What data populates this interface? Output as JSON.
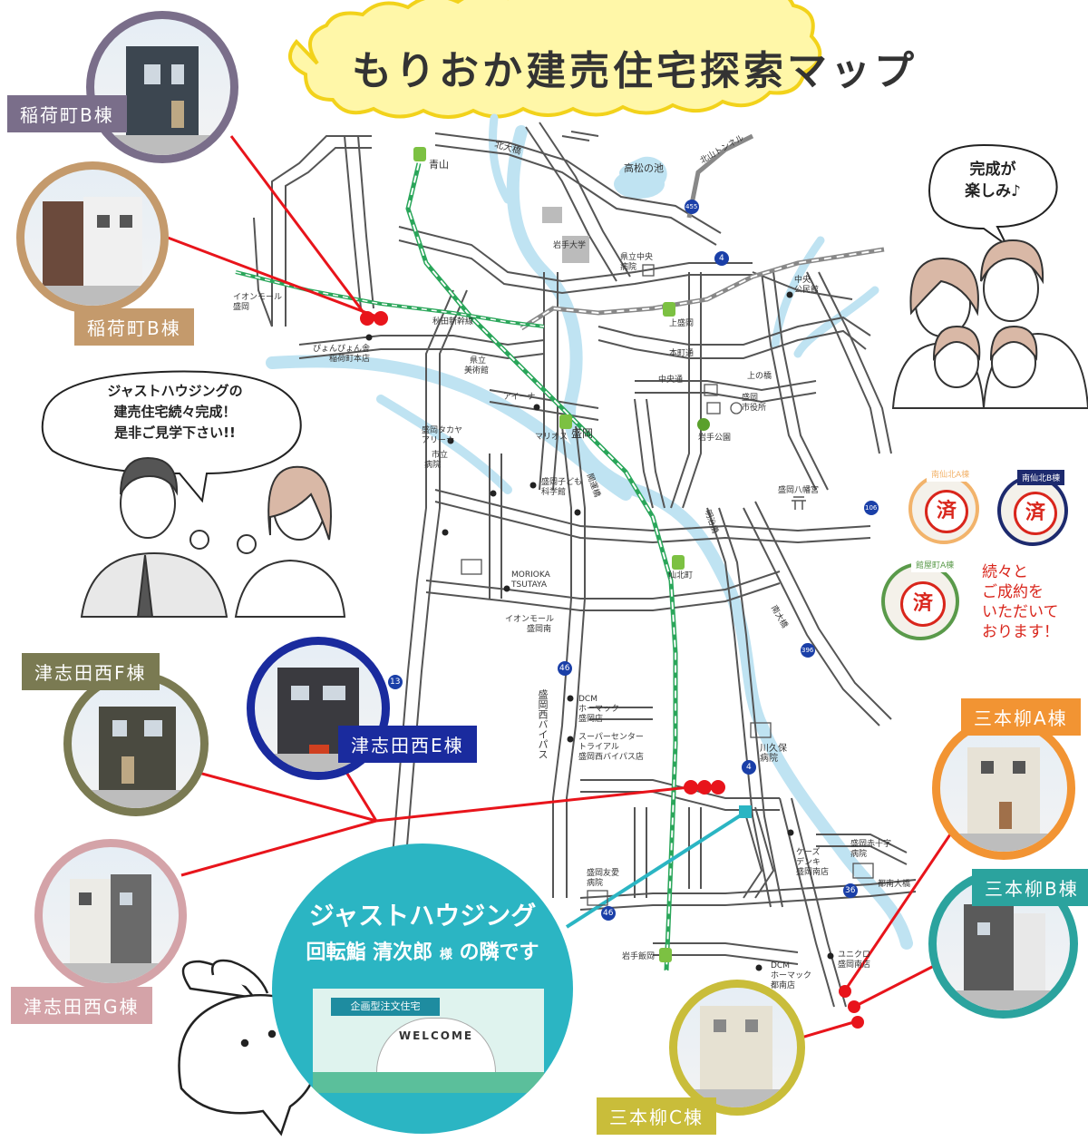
{
  "title": "もりおか建売住宅探索マップ",
  "speech": {
    "family": [
      "完成が",
      "楽しみ♪"
    ],
    "staff": [
      "ジャストハウジングの",
      "建売住宅続々完成！",
      "是非ご見学下さい!!"
    ]
  },
  "sold_note": [
    "続々と",
    "ご成約を",
    "いただいて",
    "おります！"
  ],
  "sold_mark": "済",
  "properties": [
    {
      "label": "稲荷町B棟",
      "ring_color": "#7a6e8a",
      "id": "inari-1"
    },
    {
      "label": "稲荷町B棟",
      "ring_color": "#c49a6c",
      "id": "inari-2"
    },
    {
      "label": "津志田西F棟",
      "ring_color": "#7a7a52",
      "id": "tsushida-f"
    },
    {
      "label": "津志田西E棟",
      "ring_color": "#1a2b9e",
      "id": "tsushida-e"
    },
    {
      "label": "津志田西G棟",
      "ring_color": "#d4a3a8",
      "id": "tsushida-g"
    },
    {
      "label": "三本柳A棟",
      "ring_color": "#f29433",
      "id": "sanbon-a"
    },
    {
      "label": "三本柳B棟",
      "ring_color": "#2ba39e",
      "id": "sanbon-b"
    },
    {
      "label": "三本柳C棟",
      "ring_color": "#c9bd3a",
      "id": "sanbon-c"
    }
  ],
  "sold_properties": [
    {
      "label": "南仙北A棟",
      "ring_color": "#f2b36b"
    },
    {
      "label": "南仙北B棟",
      "ring_color": "#1d2a6e"
    },
    {
      "label": "館屋町A棟",
      "ring_color": "#5a9a4a"
    }
  ],
  "just_housing": {
    "line1": "ジャストハウジング",
    "line2a": "回転鮨 清次郎",
    "line2b": "様",
    "line2c": "の隣です",
    "sign": "企画型注文住宅",
    "welcome": "WELCOME",
    "color": "#2bb5c3"
  },
  "map_labels": {
    "kitaohashi": "北大橋",
    "takamatsu": "高松の池",
    "kitayama_tunnel": "北山トンネル",
    "aoyama": "青山",
    "iwate_univ": "岩手大学",
    "pref_hospital": [
      "県立中央",
      "病院"
    ],
    "chuo_kouminkan": [
      "中央",
      "公民館"
    ],
    "aeon_morioka": [
      "イオンモール",
      "盛岡"
    ],
    "akita_shinkansen": "秋田新幹線",
    "kamimorioka": "上盛岡",
    "honcho_dori": "本町通",
    "pyon": [
      "ぴょんぴょん舎",
      "稲荷町本店"
    ],
    "pref_museum": [
      "県立",
      "美術館"
    ],
    "chuo_dori": "中央通",
    "kaminohashi": "上の橋",
    "city_hall": [
      "盛岡",
      "市役所"
    ],
    "aina": "アイーナ",
    "morioka": "盛岡",
    "marios": "マリオス",
    "iwate_park": "岩手公園",
    "morioka_arena": [
      "盛岡タカヤ",
      "アリーナ"
    ],
    "city_hospital": [
      "市立",
      "病院"
    ],
    "kodomo": [
      "盛岡子ども",
      "科学館"
    ],
    "hachimangu": "盛岡八幡宮",
    "kaiunbashi": "開運橋",
    "meijibashi": "明治橋",
    "tsutaya": [
      "MORIOKA",
      "TSUTAYA"
    ],
    "senbokucho": "仙北町",
    "aeon_minami": [
      "イオンモール",
      "盛岡南"
    ],
    "minamiohashi": "南大橋",
    "morioka_bypass": "盛岡西バイパス",
    "dcm1": [
      "DCM",
      "ホーマック",
      "盛岡店"
    ],
    "supercenter": [
      "スーパーセンター",
      "トライアル",
      "盛岡西バイパス店"
    ],
    "kawakubo": [
      "川久保",
      "病院"
    ],
    "keiz": [
      "ケーズ",
      "デンキ",
      "盛岡南店"
    ],
    "red_cross": [
      "盛岡赤十字",
      "病院"
    ],
    "tonan_ohashi": "都南大橋",
    "yuai": [
      "盛岡友愛",
      "病院"
    ],
    "iwate_iioka": "岩手飯岡",
    "uniqlo": [
      "ユニクロ",
      "盛岡南店"
    ],
    "dcm2": [
      "DCM",
      "ホーマック",
      "都南店"
    ],
    "r455": "455",
    "r4": "4",
    "r13": "13",
    "r46": "46",
    "r396": "396",
    "r106": "106",
    "r36": "36"
  },
  "colors": {
    "river": "#bfe3f2",
    "road": "#555555",
    "rail": "#2aa65a",
    "pin": "#e8141b",
    "link_blue": "#2bb5c3"
  }
}
